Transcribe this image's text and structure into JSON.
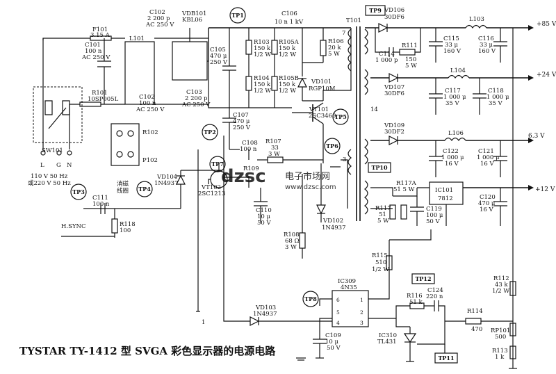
{
  "title": "TYSTAR TY-1412 型 SVGA 彩色显示器的电源电路",
  "rails": {
    "v85": "+85 V",
    "v24": "+24 V",
    "v63": "6.3 V",
    "v12": "+12 V"
  },
  "testpoints": {
    "tp1": "TP1",
    "tp2": "TP2",
    "tp3": "TP3",
    "tp4": "TP4",
    "tp5": "TP5",
    "tp6": "TP6",
    "tp7": "TP7",
    "tp8": "TP8",
    "tp9": "TP9",
    "tp10": "TP10",
    "tp11": "TP11",
    "tp12": "TP12"
  },
  "components": {
    "f101": [
      "F101",
      "3.15 A"
    ],
    "l101": "L101",
    "c101": [
      "C101",
      "100 n",
      "AC 250 V"
    ],
    "c102a": [
      "C102",
      "2 200 p",
      "AC 250 V"
    ],
    "c102b": [
      "C102",
      "100 n",
      "AC 250 V"
    ],
    "c103": [
      "C103",
      "2 200 p",
      "AC 250 V"
    ],
    "vdb101": [
      "VDB101",
      "KBL06"
    ],
    "r101": [
      "R101",
      "10SP005L"
    ],
    "sw101": "SW101",
    "r102": "R102",
    "p102": "P102",
    "mains": [
      "110 V 50 Hz",
      "或220 V 50 Hz"
    ],
    "lgn": [
      "L",
      "G",
      "N"
    ],
    "degauss": [
      "消磁",
      "线圈"
    ],
    "c105": [
      "C105",
      "470 μ",
      "250 V"
    ],
    "c106": [
      "C106",
      "10 n  1 kV"
    ],
    "r103": [
      "R103",
      "150 k",
      "1/2 W"
    ],
    "r104": [
      "R104",
      "150 k",
      "1/2 W"
    ],
    "r105a": [
      "R105A",
      "150 k",
      "1/2 W"
    ],
    "r105b": [
      "R105B",
      "150 k",
      "1/2 W"
    ],
    "r106": [
      "R106",
      "20 k",
      "5 W"
    ],
    "vd101": [
      "VD101",
      "RGP10M"
    ],
    "vt101": [
      "VT101",
      "2SC3460"
    ],
    "c107": [
      "C107",
      "470 μ",
      "250 V"
    ],
    "t101": "T101",
    "vd106": [
      "VD106",
      "30DF6"
    ],
    "l103": "L103",
    "c114": [
      "C114",
      "1 000 p"
    ],
    "r111": [
      "R111",
      "150",
      "5 W"
    ],
    "c115": [
      "C115",
      "33 μ",
      "160 V"
    ],
    "c116": [
      "C116",
      "33 μ",
      "160 V"
    ],
    "vd107": [
      "VD107",
      "30DF6"
    ],
    "l104": "L104",
    "c117": [
      "C117",
      "1 000 μ",
      "35 V"
    ],
    "c118": [
      "C118",
      "1 000 μ",
      "35 V"
    ],
    "vd109": [
      "VD109",
      "30DF2"
    ],
    "l106": "L106",
    "c122": [
      "C122",
      "1 000 μ",
      "16 V"
    ],
    "c121": [
      "C121",
      "1 000 μ",
      "16 V"
    ],
    "r117a": [
      "R117A",
      "51  5 W"
    ],
    "r117": [
      "R117",
      "51",
      "5 W"
    ],
    "ic101": [
      "IC101",
      "7812"
    ],
    "c119": [
      "C119",
      "100 μ",
      "50 V"
    ],
    "c120": [
      "C120",
      "470 μ",
      "16 V"
    ],
    "c108": [
      "C108",
      "100 n"
    ],
    "r107": [
      "R107",
      "33",
      "3 W"
    ],
    "r109": "R109",
    "vt102": [
      "VT102",
      "2SC1213"
    ],
    "vd104": [
      "VD104",
      "1N4937"
    ],
    "c110": [
      "C110",
      "10 μ",
      "50 V"
    ],
    "vd102": [
      "VD102",
      "1N4937"
    ],
    "r108": [
      "R108",
      "68 Ω",
      "3 W"
    ],
    "c111": [
      "C111",
      "100 n"
    ],
    "r118": [
      "R118",
      "100"
    ],
    "hsync": "H.SYNC",
    "r115": [
      "R115",
      "510",
      "1/2 W"
    ],
    "ic309": [
      "IC309",
      "4N35"
    ],
    "ic310": [
      "IC310",
      "TL431"
    ],
    "r116": [
      "R116",
      "51 k"
    ],
    "c124": [
      "C124",
      "220 n"
    ],
    "r114": [
      "R114",
      "470"
    ],
    "r112": [
      "R112",
      "43 k",
      "1/2 W"
    ],
    "rp101": [
      "RP101",
      "500"
    ],
    "r113": [
      "R113",
      "1 k"
    ],
    "vd103": [
      "VD103",
      "1N4937"
    ],
    "c109": [
      "C109",
      "10 μ",
      "50 V"
    ],
    "pins": [
      "1",
      "2",
      "3",
      "4",
      "5",
      "6"
    ],
    "n7": "7",
    "n3": "3",
    "n14": "14",
    "n1": "1"
  },
  "watermark": {
    "text": "电子市场网",
    "latin": "dzsc",
    "url": "www.dzsc.com",
    "color": "#e3342f"
  }
}
